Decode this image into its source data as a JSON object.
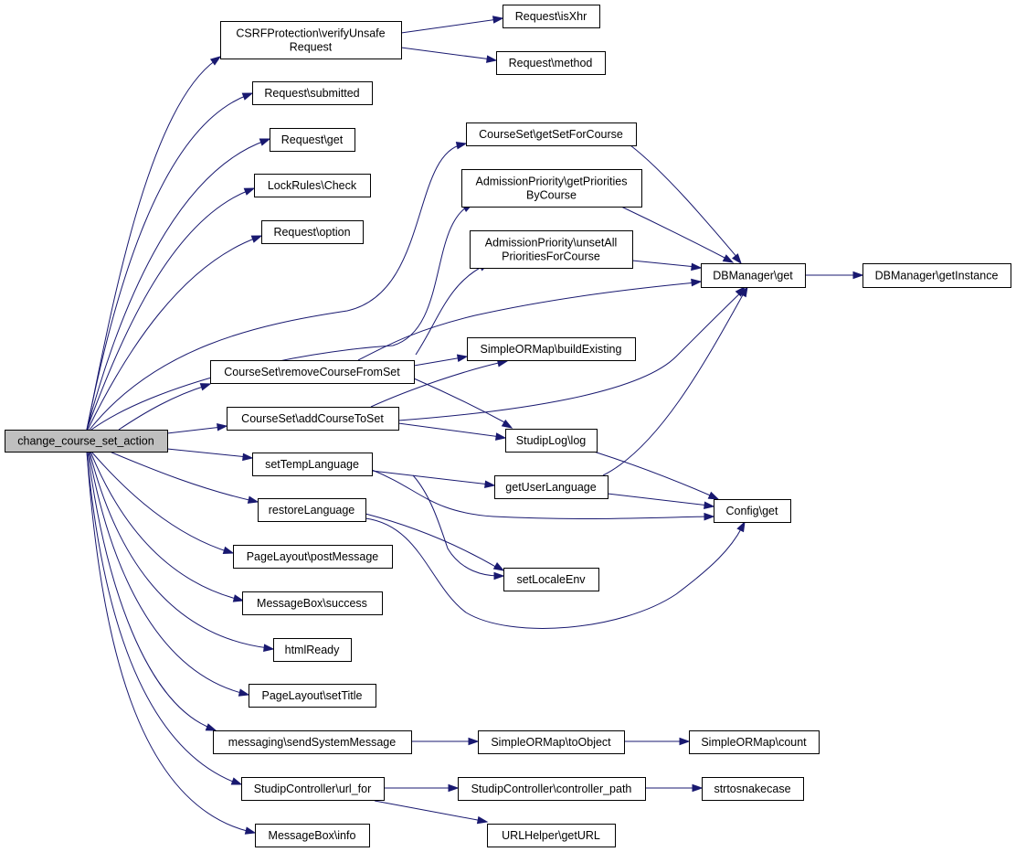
{
  "diagram": {
    "colors": {
      "edge": "#191970",
      "node_border": "#000000",
      "node_fill": "#ffffff",
      "root_fill": "#bfbfbf"
    },
    "nodes": [
      {
        "id": "root",
        "lines": [
          "change_course_set_action"
        ]
      },
      {
        "id": "csrf",
        "lines": [
          "CSRFProtection\\verifyUnsafe",
          "Request"
        ]
      },
      {
        "id": "isxhr",
        "lines": [
          "Request\\isXhr"
        ]
      },
      {
        "id": "method",
        "lines": [
          "Request\\method"
        ]
      },
      {
        "id": "submitted",
        "lines": [
          "Request\\submitted"
        ]
      },
      {
        "id": "reqget",
        "lines": [
          "Request\\get"
        ]
      },
      {
        "id": "lock",
        "lines": [
          "LockRules\\Check"
        ]
      },
      {
        "id": "option",
        "lines": [
          "Request\\option"
        ]
      },
      {
        "id": "getsetforcourse",
        "lines": [
          "CourseSet\\getSetForCourse"
        ]
      },
      {
        "id": "getprio",
        "lines": [
          "AdmissionPriority\\getPriorities",
          "ByCourse"
        ]
      },
      {
        "id": "unsetprio",
        "lines": [
          "AdmissionPriority\\unsetAll",
          "PrioritiesForCourse"
        ]
      },
      {
        "id": "dbget",
        "lines": [
          "DBManager\\get"
        ]
      },
      {
        "id": "dbinst",
        "lines": [
          "DBManager\\getInstance"
        ]
      },
      {
        "id": "buildexisting",
        "lines": [
          "SimpleORMap\\buildExisting"
        ]
      },
      {
        "id": "removecourse",
        "lines": [
          "CourseSet\\removeCourseFromSet"
        ]
      },
      {
        "id": "addcourse",
        "lines": [
          "CourseSet\\addCourseToSet"
        ]
      },
      {
        "id": "studiplog",
        "lines": [
          "StudipLog\\log"
        ]
      },
      {
        "id": "settemplang",
        "lines": [
          "setTempLanguage"
        ]
      },
      {
        "id": "getuserlang",
        "lines": [
          "getUserLanguage"
        ]
      },
      {
        "id": "configget",
        "lines": [
          "Config\\get"
        ]
      },
      {
        "id": "restorelang",
        "lines": [
          "restoreLanguage"
        ]
      },
      {
        "id": "setlocale",
        "lines": [
          "setLocaleEnv"
        ]
      },
      {
        "id": "postmessage",
        "lines": [
          "PageLayout\\postMessage"
        ]
      },
      {
        "id": "msgsuccess",
        "lines": [
          "MessageBox\\success"
        ]
      },
      {
        "id": "htmlready",
        "lines": [
          "htmlReady"
        ]
      },
      {
        "id": "settitle",
        "lines": [
          "PageLayout\\setTitle"
        ]
      },
      {
        "id": "sendsysmsg",
        "lines": [
          "messaging\\sendSystemMessage"
        ]
      },
      {
        "id": "toobject",
        "lines": [
          "SimpleORMap\\toObject"
        ]
      },
      {
        "id": "count",
        "lines": [
          "SimpleORMap\\count"
        ]
      },
      {
        "id": "urlfor",
        "lines": [
          "StudipController\\url_for"
        ]
      },
      {
        "id": "ctrlpath",
        "lines": [
          "StudipController\\controller_path"
        ]
      },
      {
        "id": "snake",
        "lines": [
          "strtosnakecase"
        ]
      },
      {
        "id": "geturl",
        "lines": [
          "URLHelper\\getURL"
        ]
      },
      {
        "id": "msginfo",
        "lines": [
          "MessageBox\\info"
        ]
      }
    ],
    "edges": [
      [
        "root",
        "csrf"
      ],
      [
        "root",
        "submitted"
      ],
      [
        "root",
        "reqget"
      ],
      [
        "root",
        "lock"
      ],
      [
        "root",
        "option"
      ],
      [
        "root",
        "getsetforcourse"
      ],
      [
        "root",
        "getprio"
      ],
      [
        "root",
        "unsetprio"
      ],
      [
        "root",
        "removecourse"
      ],
      [
        "root",
        "addcourse"
      ],
      [
        "root",
        "settemplang"
      ],
      [
        "root",
        "restorelang"
      ],
      [
        "root",
        "postmessage"
      ],
      [
        "root",
        "msgsuccess"
      ],
      [
        "root",
        "htmlready"
      ],
      [
        "root",
        "settitle"
      ],
      [
        "root",
        "sendsysmsg"
      ],
      [
        "root",
        "urlfor"
      ],
      [
        "root",
        "msginfo"
      ],
      [
        "csrf",
        "isxhr"
      ],
      [
        "csrf",
        "method"
      ],
      [
        "getsetforcourse",
        "dbget"
      ],
      [
        "getprio",
        "dbget"
      ],
      [
        "unsetprio",
        "dbget"
      ],
      [
        "dbget",
        "dbinst"
      ],
      [
        "removecourse",
        "dbget"
      ],
      [
        "removecourse",
        "buildexisting"
      ],
      [
        "removecourse",
        "studiplog"
      ],
      [
        "addcourse",
        "dbget"
      ],
      [
        "addcourse",
        "buildexisting"
      ],
      [
        "addcourse",
        "studiplog"
      ],
      [
        "studiplog",
        "configget"
      ],
      [
        "settemplang",
        "getuserlang"
      ],
      [
        "settemplang",
        "configget"
      ],
      [
        "settemplang",
        "setlocale"
      ],
      [
        "getuserlang",
        "dbget"
      ],
      [
        "getuserlang",
        "configget"
      ],
      [
        "restorelang",
        "setlocale"
      ],
      [
        "restorelang",
        "configget"
      ],
      [
        "sendsysmsg",
        "toobject"
      ],
      [
        "toobject",
        "count"
      ],
      [
        "urlfor",
        "ctrlpath"
      ],
      [
        "urlfor",
        "geturl"
      ],
      [
        "ctrlpath",
        "snake"
      ]
    ]
  }
}
